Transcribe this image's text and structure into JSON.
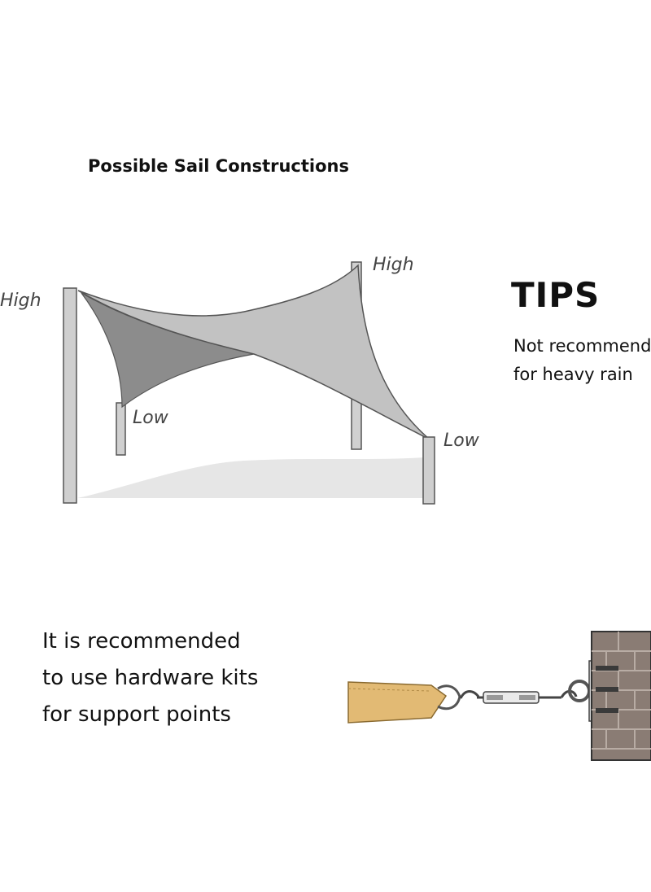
{
  "title": "Possible Sail Constructions",
  "labels": {
    "left_post": "High",
    "back_right_post": "High",
    "back_left_post": "Low",
    "front_right_post": "Low"
  },
  "tips": {
    "heading": "TIPS",
    "lines": [
      "Not recommended",
      "for heavy rain"
    ]
  },
  "hardware_note": {
    "lines": [
      "It is recommended",
      "to use hardware kits",
      "for support points"
    ]
  },
  "colors": {
    "sail_light": "#bdbdbd",
    "sail_dark": "#8a8a8a",
    "post": "#c8c8c8",
    "shadow": "#e4e4e4",
    "fabric": "#e0b872",
    "wall": "#8a7c74"
  }
}
